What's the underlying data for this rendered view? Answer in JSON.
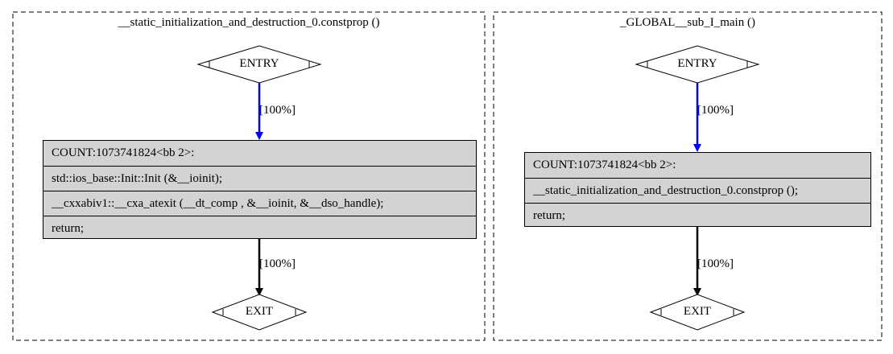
{
  "colors": {
    "entry_edge": "#0000ff",
    "exit_edge": "#000000",
    "block_fill": "#d3d3d3"
  },
  "clusters": [
    {
      "title": "__static_initialization_and_destruction_0.constprop ()",
      "entry_label": "ENTRY",
      "entry_edge_label": "[100%]",
      "block_lines": [
        "COUNT:1073741824<bb 2>:",
        "std::ios_base::Init::Init (&__ioinit);",
        "__cxxabiv1::__cxa_atexit (__dt_comp , &__ioinit, &__dso_handle);",
        "return;"
      ],
      "exit_edge_label": "[100%]",
      "exit_label": "EXIT"
    },
    {
      "title": "_GLOBAL__sub_I_main ()",
      "entry_label": "ENTRY",
      "entry_edge_label": "[100%]",
      "block_lines": [
        "COUNT:1073741824<bb 2>:",
        "__static_initialization_and_destruction_0.constprop ();",
        "return;"
      ],
      "exit_edge_label": "[100%]",
      "exit_label": "EXIT"
    }
  ]
}
